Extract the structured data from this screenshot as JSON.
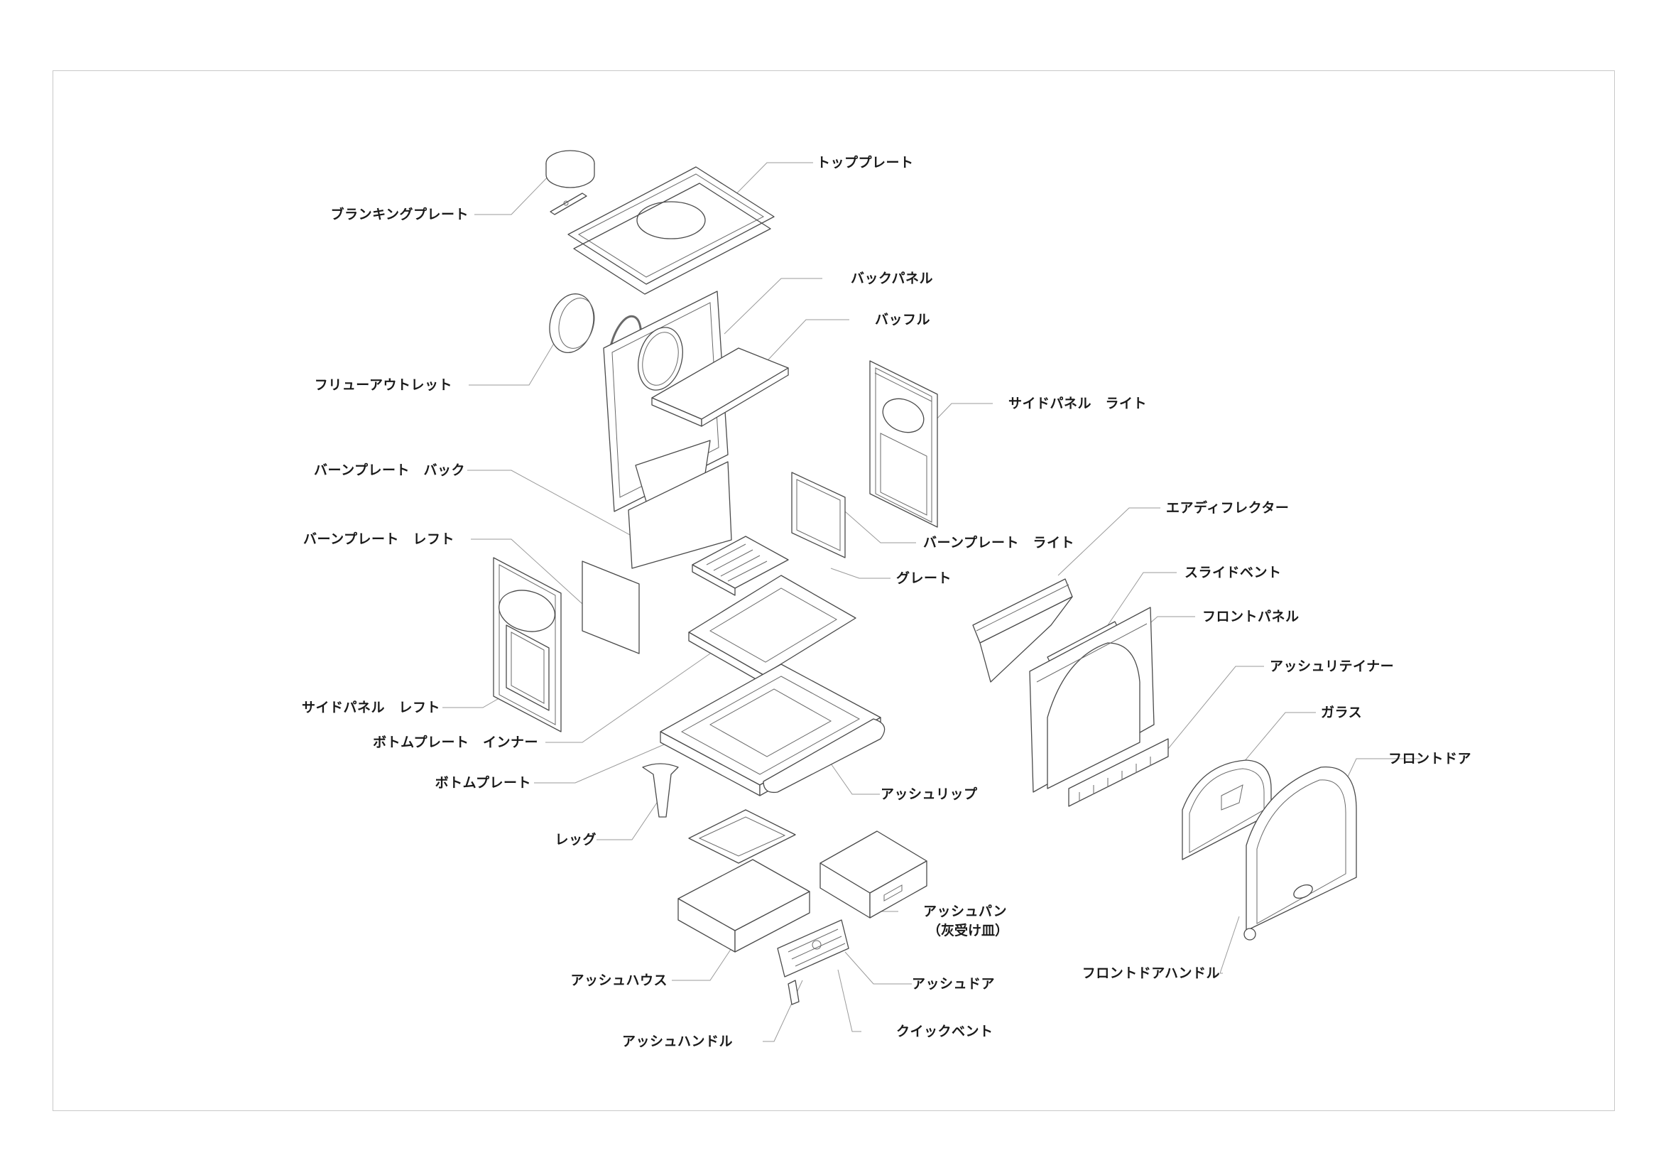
{
  "labels": {
    "top_plate": "トッププレート",
    "blanking_plate": "ブランキングプレート",
    "back_panel": "バックパネル",
    "baffle": "バッフル",
    "flue_outlet": "フリューアウトレット",
    "side_panel_right": "サイドパネル　ライト",
    "burn_plate_back": "バーンプレート　バック",
    "burn_plate_left": "バーンプレート　レフト",
    "air_deflector": "エアディフレクター",
    "burn_plate_right": "バーンプレート　ライト",
    "slide_vent": "スライドベント",
    "grate": "グレート",
    "front_panel": "フロントパネル",
    "ash_retainer": "アッシュリテイナー",
    "side_panel_left": "サイドパネル　レフト",
    "glass": "ガラス",
    "bottom_plate_inner": "ボトムプレート　インナー",
    "front_door": "フロントドア",
    "bottom_plate": "ボトムプレート",
    "ash_lip": "アッシュリップ",
    "leg": "レッグ",
    "ash_pan": "アッシュパン",
    "ash_pan_sub": "（灰受け皿）",
    "front_door_handle": "フロントドアハンドル",
    "ash_house": "アッシュハウス",
    "ash_door": "アッシュドア",
    "quick_vent": "クイックベント",
    "ash_handle": "アッシュハンドル"
  },
  "colors": {
    "line": "#4a4a4a",
    "leader": "#9a9a9a",
    "frame": "#c8c8c8",
    "text": "#1a1a1a"
  }
}
